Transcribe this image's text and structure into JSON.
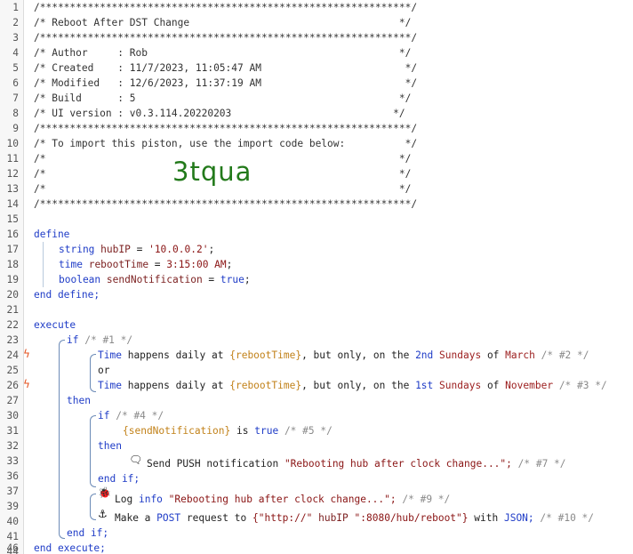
{
  "lines": {
    "n1": "1",
    "n2": "2",
    "n3": "3",
    "n4": "4",
    "n5": "5",
    "n6": "6",
    "n7": "7",
    "n8": "8",
    "n9": "9",
    "n10": "10",
    "n11": "11",
    "n12": "12",
    "n13": "13",
    "n14": "14",
    "n15": "15",
    "n16": "16",
    "n17": "17",
    "n18": "18",
    "n19": "19",
    "n20": "20",
    "n21": "21",
    "n22": "22",
    "n23": "23",
    "n24": "24",
    "n25": "25",
    "n26": "26",
    "n27": "27",
    "n30": "30",
    "n31": "31",
    "n32": "32",
    "n33": "33",
    "n36": "36",
    "n37": "37",
    "n39": "39",
    "n40": "40",
    "n41": "41",
    "n44": "44",
    "n45": "46"
  },
  "header": {
    "border": "/**************************************************************/",
    "title": "/* Reboot After DST Change                                   */",
    "author": "/* Author     : Rob                                          */",
    "created": "/* Created    : 11/7/2023, 11:05:47 AM                        */",
    "modified": "/* Modified   : 12/6/2023, 11:37:19 AM                        */",
    "build": "/* Build      : 5                                            */",
    "ui_version": "/* UI version : v0.3.114.20220203                           */",
    "import_note": "/* To import this piston, use the import code below:          */",
    "blank": "/*                                                           */",
    "import_code": "3tqua"
  },
  "code": {
    "define": "define",
    "string_kw": "string",
    "hubip_name": "hubIP",
    "hubip_value": "'10.0.0.2'",
    "time_kw": "time",
    "reboottime_name": "rebootTime",
    "reboottime_value": "3:15:00 AM",
    "boolean_kw": "boolean",
    "sendnotif_name": "sendNotification",
    "sendnotif_value": "true",
    "end_define": "end define;",
    "execute": "execute",
    "if": "if",
    "c1": "/* #1 */",
    "time_word": "Time",
    "happens_daily": "happens daily at",
    "reboottime_var": "{rebootTime}",
    "but_only": ", but only, on the",
    "second": "2nd",
    "sundays": "Sundays",
    "of": "of",
    "march": "March",
    "c2": "/* #2 */",
    "or": "or",
    "first": "1st",
    "november": "November",
    "c3": "/* #3 */",
    "then": "then",
    "c4": "/* #4 */",
    "sendnotif_var": "{sendNotification}",
    "is": "is",
    "true_word": "true",
    "c5": "/* #5 */",
    "send_push": "Send PUSH notification",
    "push_msg": "\"Rebooting hub after clock change...\";",
    "c7": "/* #7 */",
    "end_if": "end if;",
    "log": "Log",
    "info": "info",
    "log_msg": "\"Rebooting hub after clock change...\";",
    "c9": "/* #9 */",
    "make_a": "Make a",
    "post": "POST",
    "request_to": "request to",
    "url_open": "{\"http://\"",
    "hubip_ref": "hubIP",
    "url_tail": "\":8080/hub/reboot\"}",
    "with": "with",
    "json": "JSON;",
    "c10": "/* #10 */",
    "end_if_outer": "end if;",
    "end_execute": "end execute;"
  },
  "icons": {
    "bolt": "lightning-bolt-icon",
    "comment": "speech-bubble-icon",
    "bug": "bug-icon",
    "anchor": "anchor-icon"
  },
  "colors": {
    "keyword": "#1f3cc7",
    "comment": "#8a8a8a",
    "string": "#8a1414",
    "variable": "#c2821a",
    "import_code": "#237a1b",
    "trigger_bolt": "#e34d1a"
  }
}
